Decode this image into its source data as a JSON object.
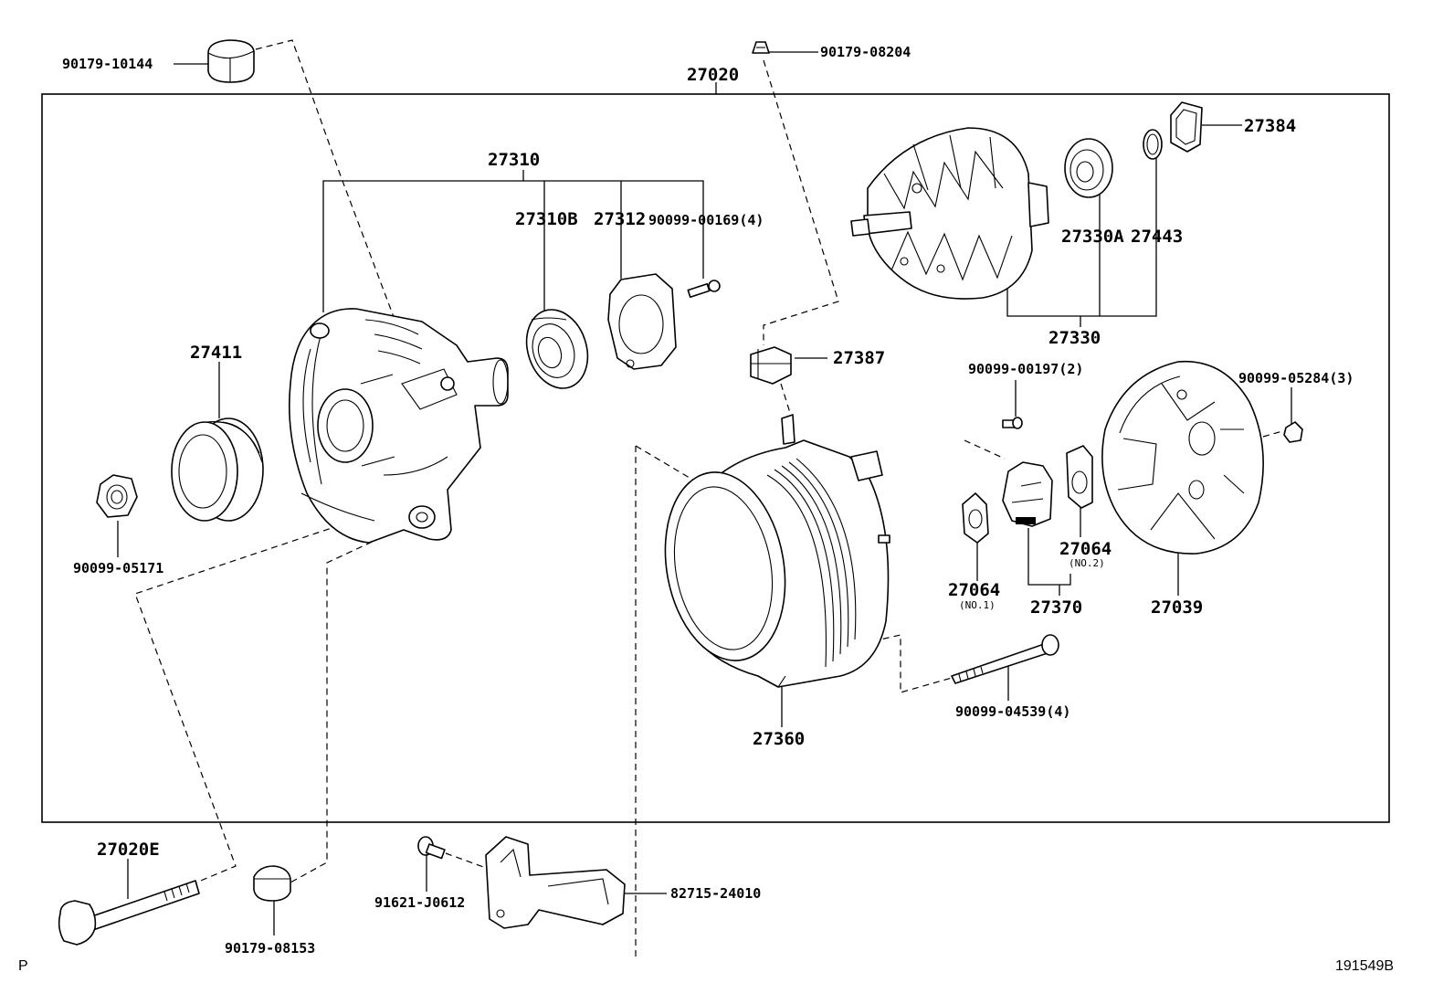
{
  "labels": {
    "p_27020": "27020",
    "p_90179_10144": "90179-10144",
    "p_90179_08204": "90179-08204",
    "p_27310": "27310",
    "p_27310B": "27310B",
    "p_27312": "27312",
    "p_90099_00169": "90099-00169(4)",
    "p_27411": "27411",
    "p_90099_05171": "90099-05171",
    "p_27384": "27384",
    "p_27330A": "27330A",
    "p_27443": "27443",
    "p_27330": "27330",
    "p_27387": "27387",
    "p_90099_00197": "90099-00197(2)",
    "p_90099_05284": "90099-05284(3)",
    "p_27064_no2": "27064",
    "p_27064_no2_note": "(NO.2)",
    "p_27064_no1": "27064",
    "p_27064_no1_note": "(NO.1)",
    "p_27370": "27370",
    "p_27039": "27039",
    "p_90099_04539": "90099-04539(4)",
    "p_27360": "27360",
    "p_27020E": "27020E",
    "p_90179_08153": "90179-08153",
    "p_91621_J0612": "91621-J0612",
    "p_82715_24010": "82715-24010"
  },
  "footer": {
    "left_mark": "P",
    "figure_id": "191549B"
  }
}
